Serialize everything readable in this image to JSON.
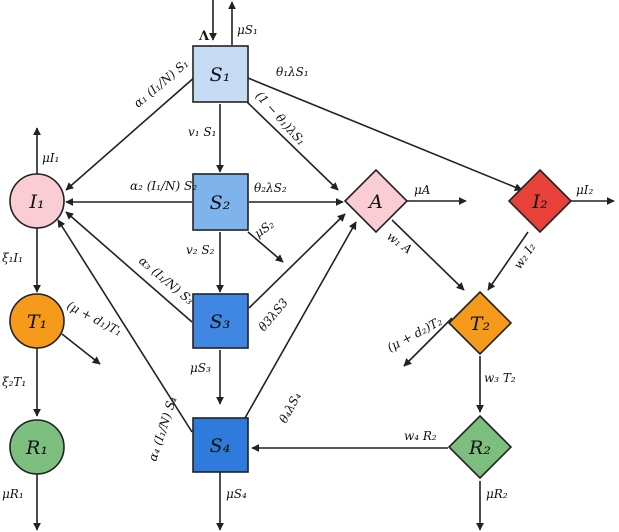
{
  "colors": {
    "s1": "#c6dcf5",
    "s2": "#7fb3ec",
    "s3": "#3f87e3",
    "s4": "#2f7bdc",
    "i1": "#f9cdd3",
    "a": "#f9cdd3",
    "i2": "#e8413a",
    "t1": "#f59a1a",
    "t2": "#f59a1a",
    "r1": "#7cbf7e",
    "r2": "#7cbf7e",
    "edge": "#222222"
  },
  "nodes": {
    "s1": "S₁",
    "s2": "S₂",
    "s3": "S₃",
    "s4": "S₄",
    "i1": "I₁",
    "a": "A",
    "i2": "I₂",
    "t1": "T₁",
    "t2": "T₂",
    "r1": "R₁",
    "r2": "R₂"
  },
  "labels": {
    "lambda_in": "Λ",
    "mu_s1": "μS₁",
    "theta1_s1": "θ₁λS₁",
    "alpha1": "α₁ (I₁/N) S₁",
    "v1": "v₁ S₁",
    "one_minus_theta1": "(1 − θ₁)λS₁",
    "alpha2": "α₂ (I₁/N) S₂",
    "theta2": "θ₂λS₂",
    "mu_s2": "μS₂",
    "v2": "v₂ S₂",
    "alpha3": "α₃ (I₁/N) S₃",
    "theta3": "θ3λS3",
    "mu_s3": "μS₃",
    "alpha4": "α₄ (I₁/N) S₄",
    "theta4": "θ₄λS₄",
    "mu_s4": "μS₄",
    "mu_i1": "μI₁",
    "xi1": "ξ₁I₁",
    "mu_d1": "(μ + d₁)T₁",
    "xi2": "ξ₂T₁",
    "mu_r1": "μR₁",
    "mu_a": "μA",
    "w1": "w₁ A",
    "mu_i2": "μI₂",
    "w2": "w₂ I₂",
    "mu_d2": "(μ + d₂)T₂",
    "w3": "w₃ T₂",
    "w4": "w₄ R₂",
    "mu_r2": "μR₂"
  }
}
